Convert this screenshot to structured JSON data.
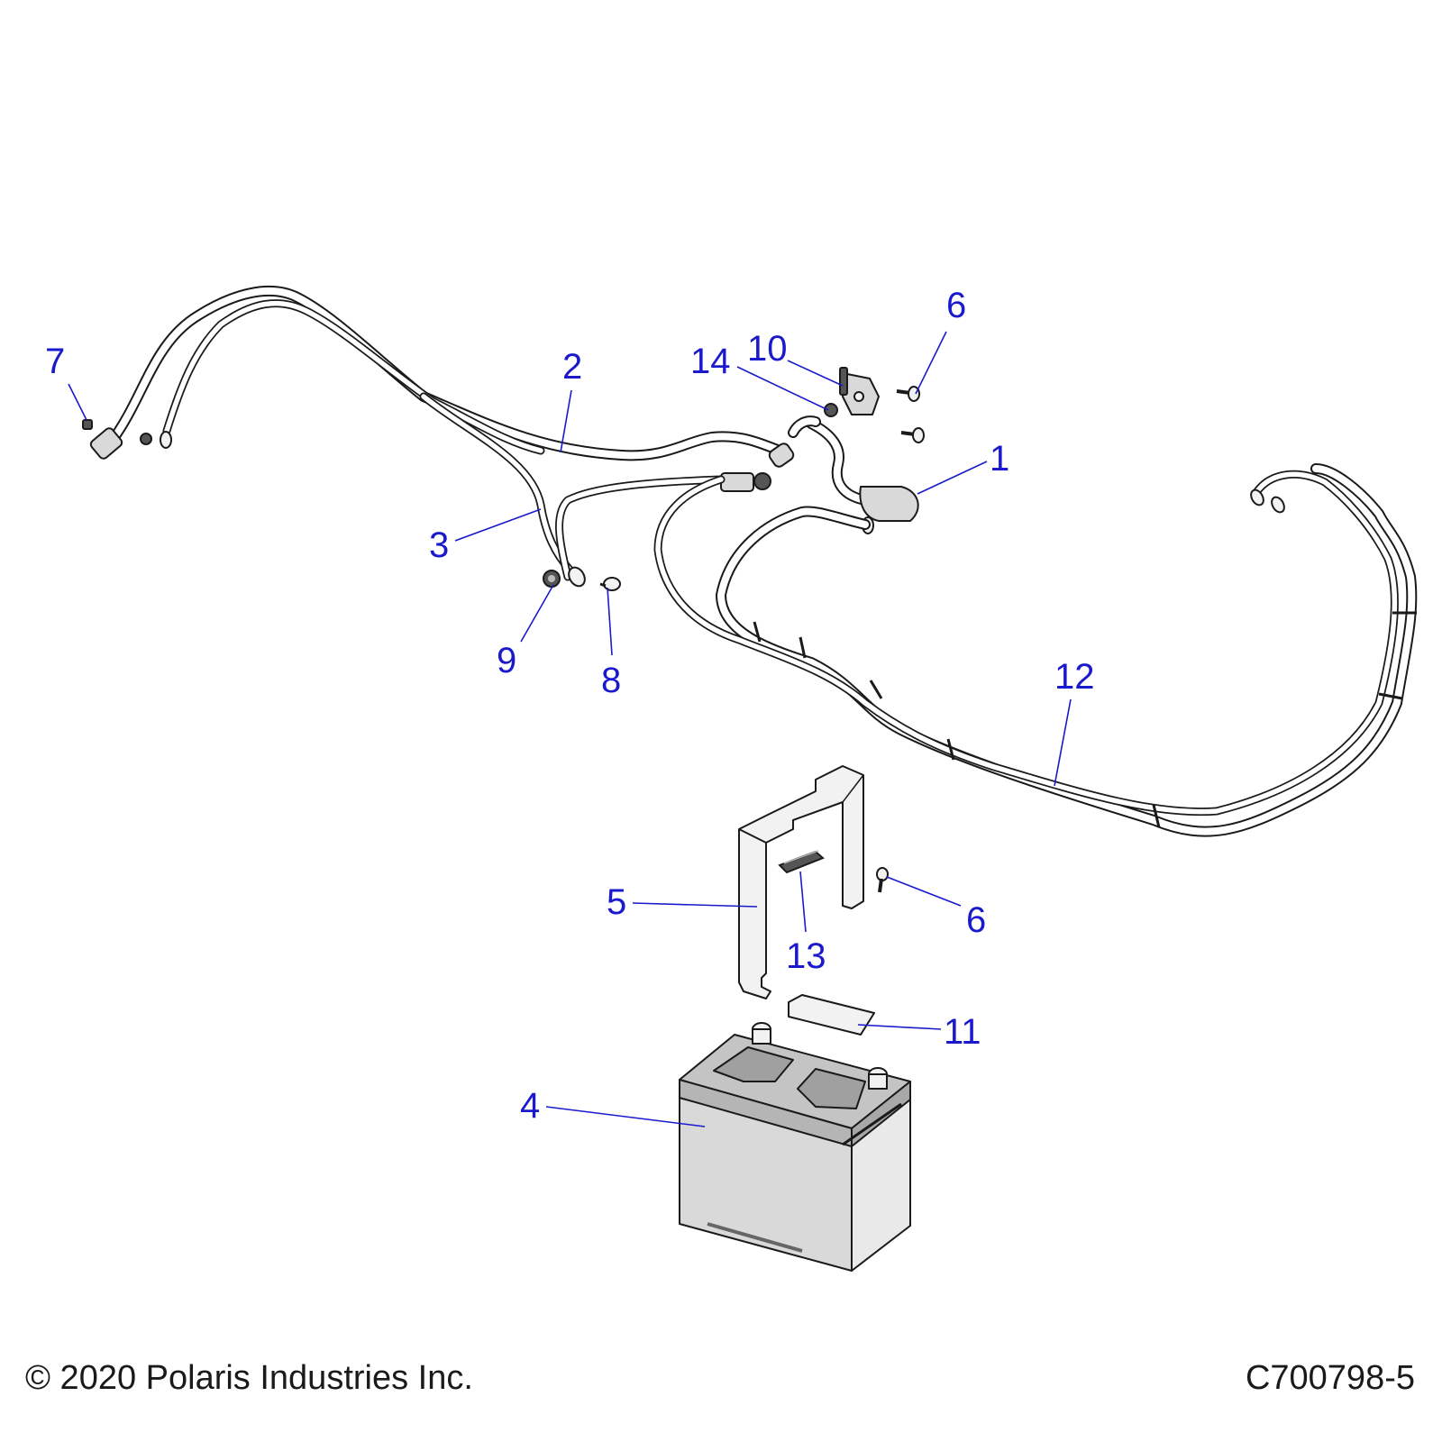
{
  "callouts": {
    "c1": "1",
    "c2": "2",
    "c3": "3",
    "c4": "4",
    "c5": "5",
    "c6a": "6",
    "c6b": "6",
    "c7": "7",
    "c8": "8",
    "c9": "9",
    "c10": "10",
    "c11": "11",
    "c12": "12",
    "c13": "13",
    "c14": "14"
  },
  "footer": {
    "copyright": "© 2020 Polaris Industries Inc.",
    "figure_id": "C700798-5"
  },
  "colors": {
    "callout": "#1a1acc",
    "linework": "#1a1a1a",
    "part_fill": "#d9d9d9"
  }
}
